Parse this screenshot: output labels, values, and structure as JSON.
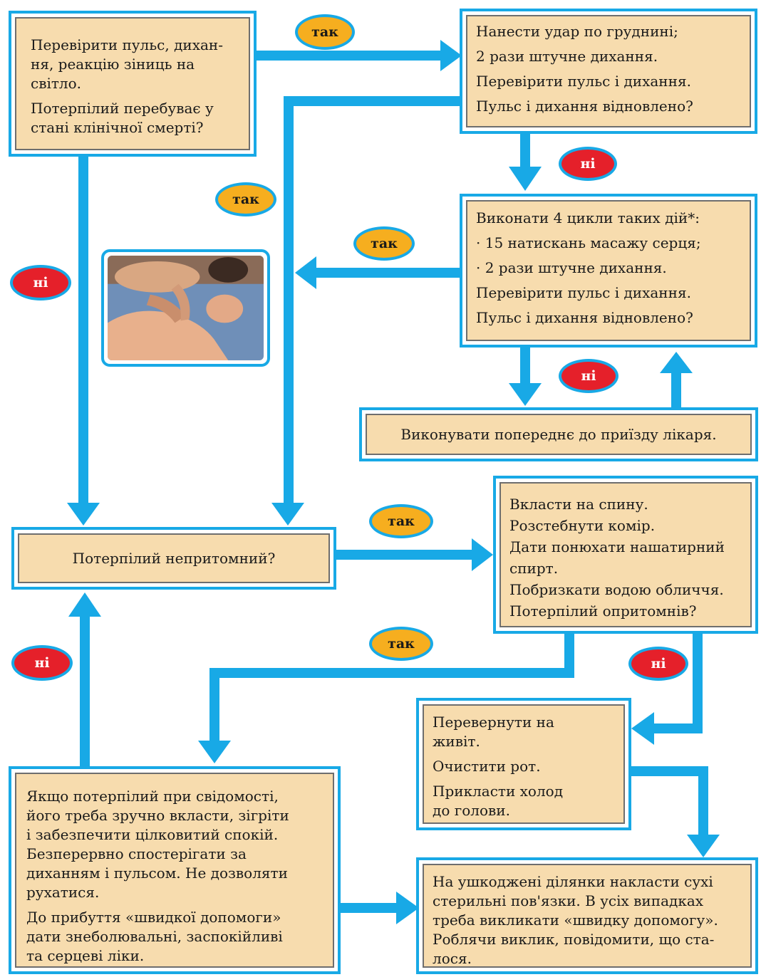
{
  "colors": {
    "connector": "#18a9e6",
    "box_fill": "#f7dcae",
    "yes_badge": "#f6ae1f",
    "no_badge": "#e5202a"
  },
  "labels": {
    "yes": "так",
    "no": "ні"
  },
  "boxes": {
    "check": {
      "paragraphs": [
        [
          "Перевірити пульс, дихан-",
          "ня, реакцію зіниць на",
          "світло."
        ],
        [
          "Потерпілий перебуває у",
          "стані клінічної смерті?"
        ]
      ]
    },
    "strike": {
      "paragraphs": [
        [
          "Нанести удар по груднині;"
        ],
        [
          "2 рази штучне дихання."
        ],
        [
          "Перевірити пульс і дихання."
        ],
        [
          "Пульс і дихання відновлено?"
        ]
      ]
    },
    "cycles": {
      "paragraphs": [
        [
          "Виконати 4 цикли таких дій*:"
        ],
        [
          "· 15 натискань масажу серця;"
        ],
        [
          "· 2 рази штучне дихання."
        ],
        [
          "Перевірити пульс і дихання."
        ],
        [
          "Пульс і дихання відновлено?"
        ]
      ]
    },
    "repeat": {
      "paragraphs": [
        [
          "Виконувати попереднє до приїзду лікаря."
        ]
      ]
    },
    "unconscious": {
      "paragraphs": [
        [
          "Потерпілий непритомний?"
        ]
      ]
    },
    "revive": {
      "paragraphs": [
        [
          "Вкласти на спину.",
          "Розстебнути комір.",
          "Дати понюхати нашатирний",
          "спирт.",
          "Побризкати водою обличчя.",
          "Потерпілий опритомнів?"
        ]
      ]
    },
    "turn": {
      "paragraphs": [
        [
          "Перевернути на",
          "живіт."
        ],
        [
          "Очистити рот."
        ],
        [
          "Прикласти холод",
          "до голови."
        ]
      ]
    },
    "conscious": {
      "paragraphs": [
        [
          "Якщо потерпілий при свідомості,",
          "його треба зручно вкласти, зігріти",
          "і забезпечити цілковитий спокій.",
          "Безперервно спостерігати за",
          "диханням і пульсом. Не дозволяти",
          "рухатися."
        ],
        [
          "До прибуття «швидкої допомоги»",
          "дати знеболювальні, заспокійливі",
          "та серцеві ліки."
        ]
      ]
    },
    "bandage": {
      "paragraphs": [
        [
          "На ушкоджені ділянки накласти сухі",
          "стерильні пов'язки. В усіх випадках",
          "треба викликати «швидку допомогу».",
          "Роблячи виклик, повідомити, що ста-",
          "лося."
        ]
      ]
    }
  }
}
